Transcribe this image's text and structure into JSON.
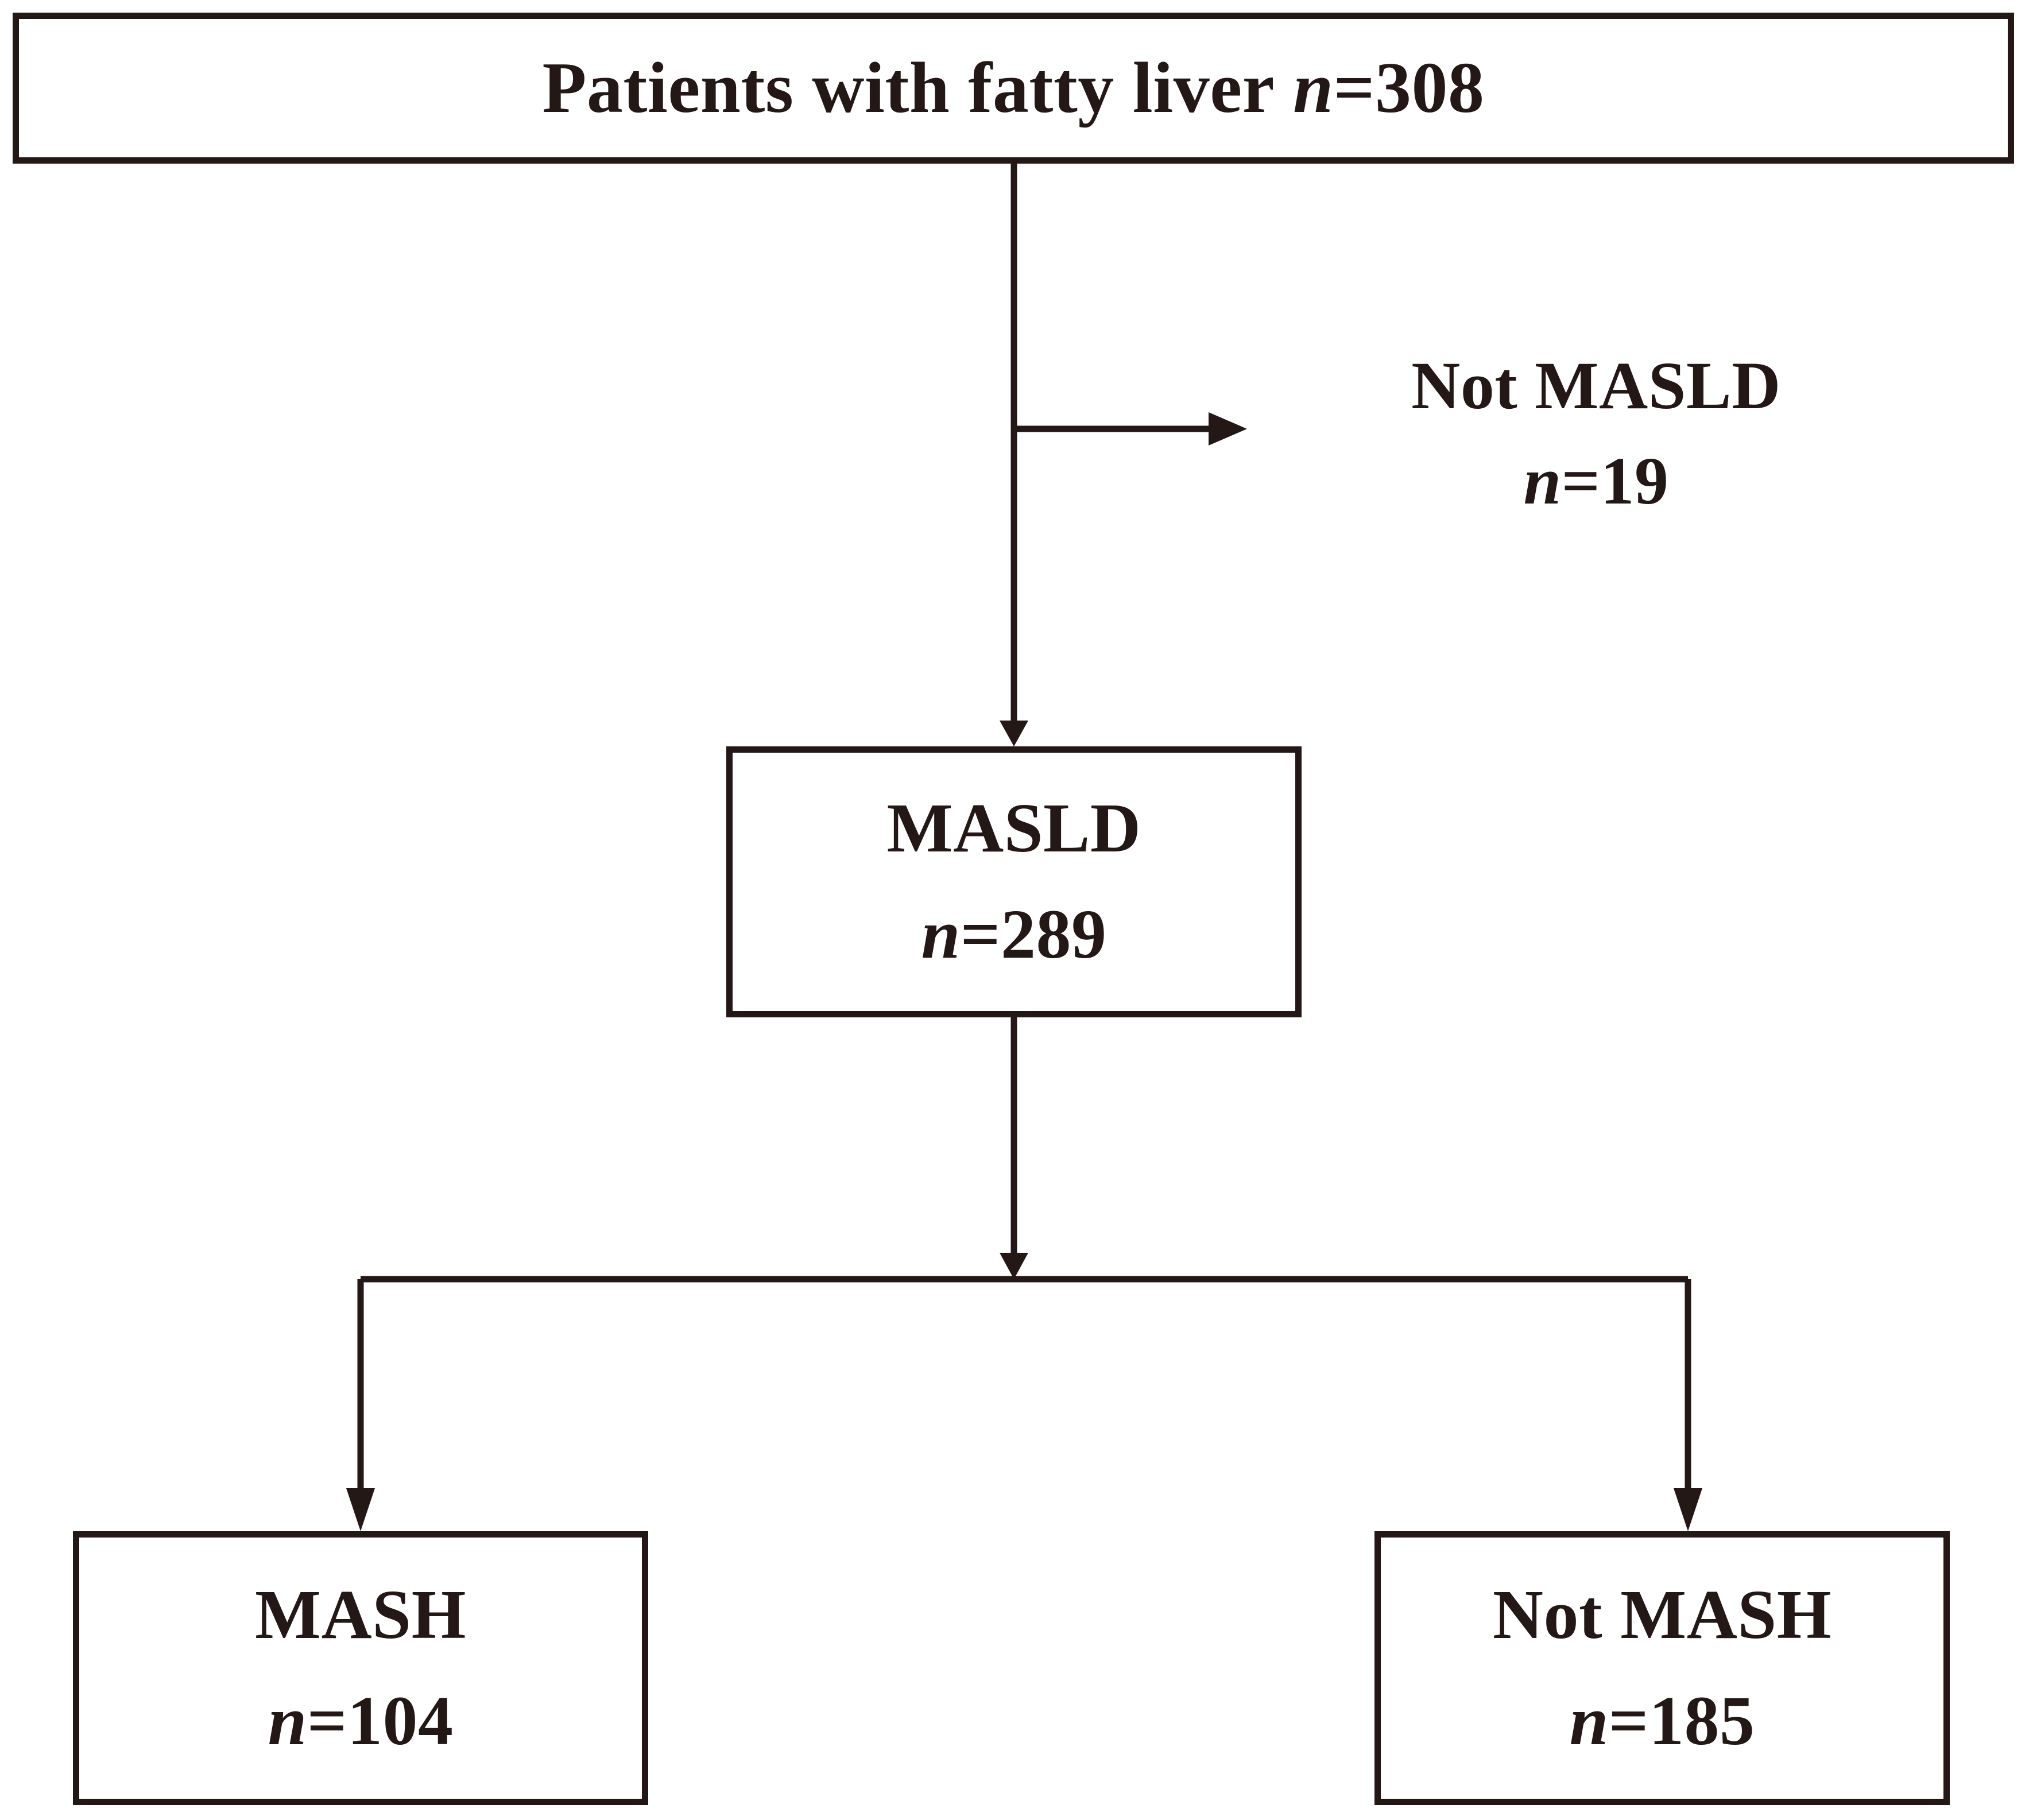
{
  "figure": {
    "type": "flowchart",
    "orientation": "top-down",
    "ink_color": "#231815",
    "background_color": "#ffffff"
  },
  "nodes": {
    "root": {
      "label": "Patients with fatty liver",
      "n_symbol": "n",
      "equals": "=",
      "count": "308",
      "boxed": true
    },
    "not_masld": {
      "label": "Not MASLD",
      "n_symbol": "n",
      "equals": "=",
      "count": "19",
      "boxed": false
    },
    "masld": {
      "label": "MASLD",
      "n_symbol": "n",
      "equals": "=",
      "count": "289",
      "boxed": true
    },
    "mash": {
      "label": "MASH",
      "n_symbol": "n",
      "equals": "=",
      "count": "104",
      "boxed": true
    },
    "not_mash": {
      "label": "Not MASH",
      "n_symbol": "n",
      "equals": "=",
      "count": "185",
      "boxed": true
    }
  },
  "edges": [
    {
      "from": "root",
      "to": "not_masld",
      "direction": "right",
      "arrowhead": true
    },
    {
      "from": "root",
      "to": "masld",
      "direction": "down",
      "arrowhead": true
    },
    {
      "from": "masld",
      "to": "mash",
      "direction": "down-left",
      "arrowhead": true
    },
    {
      "from": "masld",
      "to": "not_mash",
      "direction": "down-right",
      "arrowhead": true
    }
  ]
}
